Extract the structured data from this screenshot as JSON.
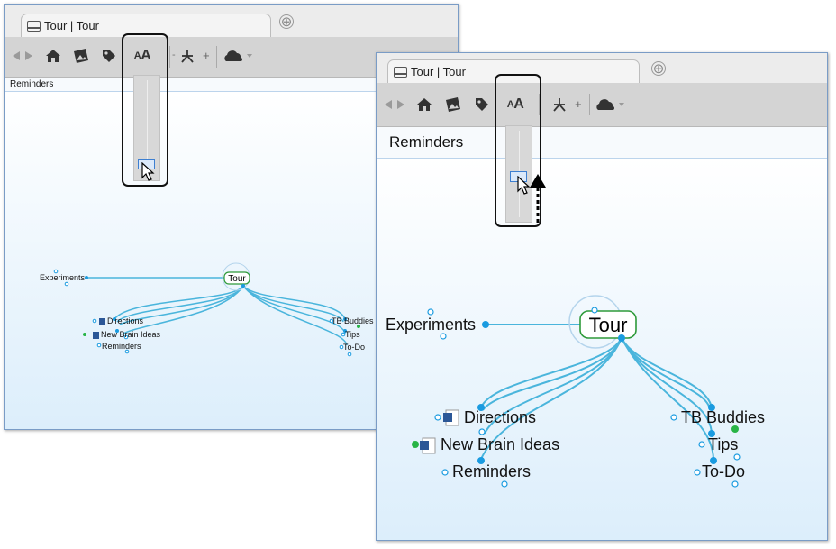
{
  "small_window": {
    "tab_title": "Tour | Tour",
    "add_tab": "⊕",
    "breadcrumb": "Reminders",
    "font_button": {
      "small": "A",
      "large": "A"
    },
    "toolbar_plus": "+",
    "toolbar_dash": "-"
  },
  "large_window": {
    "tab_title": "Tour | Tour",
    "add_tab": "⊕",
    "breadcrumb": "Reminders",
    "font_button": {
      "small": "A",
      "large": "A"
    },
    "toolbar_plus": "+"
  },
  "map": {
    "central": "Tour",
    "left_parent": "Experiments",
    "left_children": [
      "Directions",
      "New Brain Ideas",
      "Reminders"
    ],
    "right_children": [
      "TB Buddies",
      "Tips",
      "To-Do"
    ]
  },
  "colors": {
    "link": "#4ab5dc",
    "node_dot": "#1a9be0",
    "central_border": "#2e9a3a",
    "callout": "#111111",
    "green_dot": "#28b446",
    "word_icon": "#2b5797"
  },
  "icons": [
    "back-icon",
    "forward-icon",
    "home-icon",
    "images-icon",
    "tag-icon",
    "font-size-icon",
    "hierarchy-icon",
    "cloud-icon",
    "word-doc-icon",
    "cursor-icon",
    "up-arrow-icon"
  ]
}
